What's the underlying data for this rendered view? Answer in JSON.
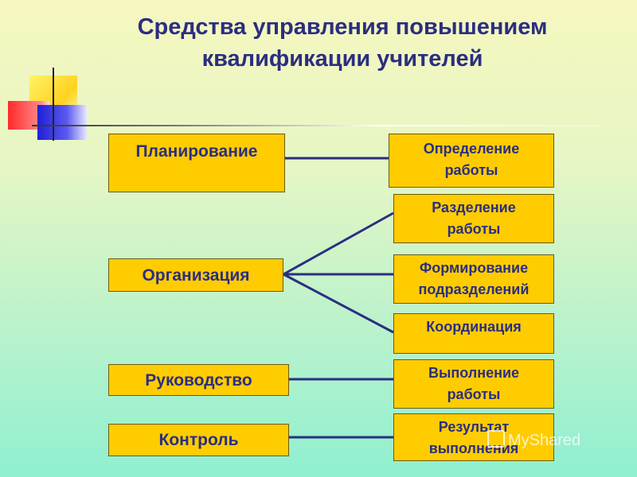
{
  "title": {
    "line1": "Средства управления повышением",
    "line2": "квалификации учителей"
  },
  "functions": [
    {
      "label": "Планирование"
    },
    {
      "label": "Организация"
    },
    {
      "label": "Руководство"
    },
    {
      "label": "Контроль"
    }
  ],
  "results": [
    {
      "line1": "Определение",
      "line2": "работы"
    },
    {
      "line1": "Разделение",
      "line2": "работы"
    },
    {
      "line1": "Формирование",
      "line2": "подразделений"
    },
    {
      "line1": "Координация",
      "line2": ""
    },
    {
      "line1": "Выполнение",
      "line2": "работы"
    },
    {
      "line1": "Результат",
      "line2": "выполнения"
    }
  ],
  "connections": [
    {
      "from": "Планирование",
      "to": "Определение работы"
    },
    {
      "from": "Организация",
      "to": "Разделение работы"
    },
    {
      "from": "Организация",
      "to": "Формирование подразделений"
    },
    {
      "from": "Организация",
      "to": "Координация"
    },
    {
      "from": "Руководство",
      "to": "Выполнение работы"
    },
    {
      "from": "Контроль",
      "to": "Результат выполнения"
    }
  ],
  "colors": {
    "box_fill": "#ffcc00",
    "text": "#2b2e80",
    "connector": "#2b2e80"
  },
  "watermark": "MyShared"
}
